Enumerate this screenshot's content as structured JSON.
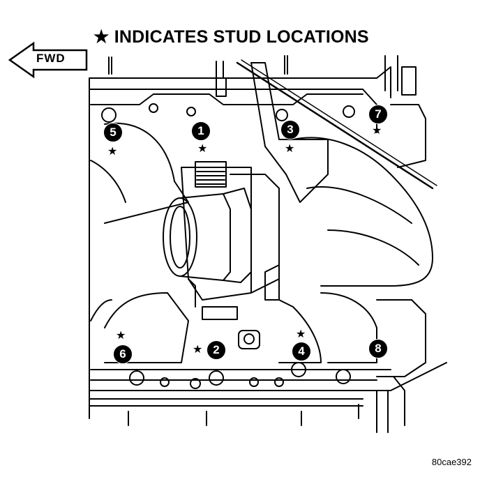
{
  "legend": {
    "star_glyph": "★",
    "text": "INDICATES STUD LOCATIONS"
  },
  "direction": {
    "label": "FWD"
  },
  "figure_ref": "80cae392",
  "callouts": [
    "1",
    "2",
    "3",
    "4",
    "5",
    "6",
    "7",
    "8"
  ],
  "colors": {
    "ink": "#000000",
    "paper": "#ffffff"
  },
  "icons": [
    "star-icon",
    "forward-arrow-icon",
    "stud-callout-icon"
  ]
}
